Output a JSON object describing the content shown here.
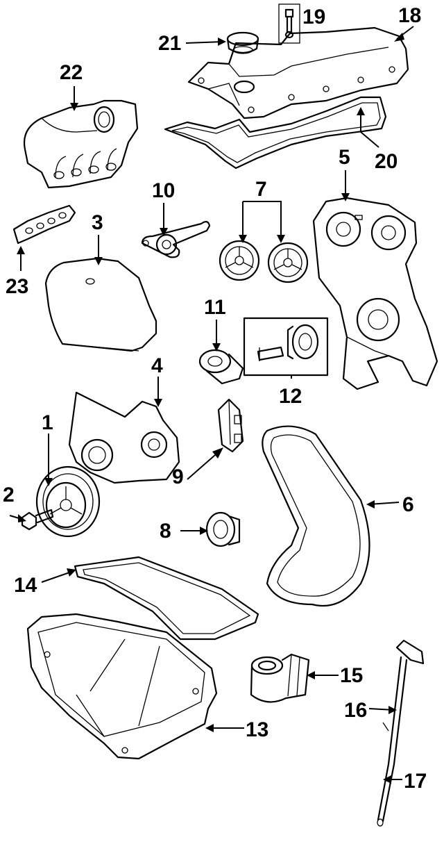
{
  "diagram": {
    "type": "exploded-parts-view",
    "callouts": [
      {
        "id": "c1",
        "label": "1"
      },
      {
        "id": "c2",
        "label": "2"
      },
      {
        "id": "c3",
        "label": "3"
      },
      {
        "id": "c4",
        "label": "4"
      },
      {
        "id": "c5",
        "label": "5"
      },
      {
        "id": "c6",
        "label": "6"
      },
      {
        "id": "c7",
        "label": "7"
      },
      {
        "id": "c8",
        "label": "8"
      },
      {
        "id": "c9",
        "label": "9"
      },
      {
        "id": "c10",
        "label": "10"
      },
      {
        "id": "c11",
        "label": "11"
      },
      {
        "id": "c12",
        "label": "12"
      },
      {
        "id": "c13",
        "label": "13"
      },
      {
        "id": "c14",
        "label": "14"
      },
      {
        "id": "c15",
        "label": "15"
      },
      {
        "id": "c16",
        "label": "16"
      },
      {
        "id": "c17",
        "label": "17"
      },
      {
        "id": "c18",
        "label": "18"
      },
      {
        "id": "c19",
        "label": "19"
      },
      {
        "id": "c20",
        "label": "20"
      },
      {
        "id": "c21",
        "label": "21"
      },
      {
        "id": "c22",
        "label": "22"
      },
      {
        "id": "c23",
        "label": "23"
      }
    ],
    "line_color": "#000000",
    "background": "#ffffff"
  }
}
